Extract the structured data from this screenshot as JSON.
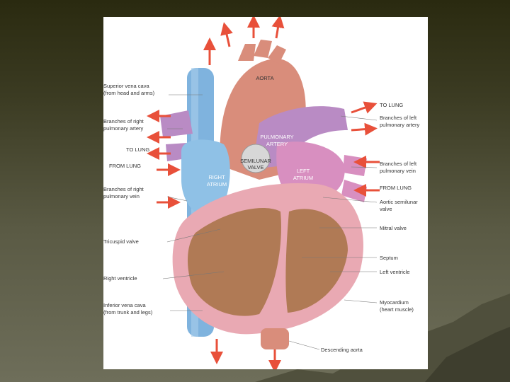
{
  "diagram": {
    "labels_left": {
      "svc_1": "Superior vena cava",
      "svc_2": "(from head and arms)",
      "rpa_1": "Branches of right",
      "rpa_2": "pulmonary artery",
      "to_lung_left": "TO LUNG",
      "from_lung_left": "FROM LUNG",
      "rpv_1": "Branches of right",
      "rpv_2": "pulmonary vein",
      "tricuspid": "Tricuspid valve",
      "right_ventricle": "Right ventricle",
      "ivc_1": "Inferior vena cava",
      "ivc_2": "(from trunk and legs)"
    },
    "labels_right": {
      "to_lung_right": "TO LUNG",
      "lpa_1": "Branches of left",
      "lpa_2": "pulmonary artery",
      "lpv_1": "Branches of left",
      "lpv_2": "pulmonary vein",
      "from_lung_right": "FROM LUNG",
      "aortic_1": "Aortic semilunar",
      "aortic_2": "valve",
      "mitral": "Mitral valve",
      "septum": "Septum",
      "left_ventricle": "Left ventricle",
      "myo_1": "Myocardium",
      "myo_2": "(heart muscle)",
      "descending_aorta": "Descending aorta"
    },
    "labels_internal": {
      "aorta": "AORTA",
      "pa_1": "PULMONARY",
      "pa_2": "ARTERY",
      "semilunar_1": "SEMILUNAR",
      "semilunar_2": "VALVE",
      "ra_1": "RIGHT",
      "ra_2": "ATRIUM",
      "la_1": "LEFT",
      "la_2": "ATRIUM"
    }
  }
}
